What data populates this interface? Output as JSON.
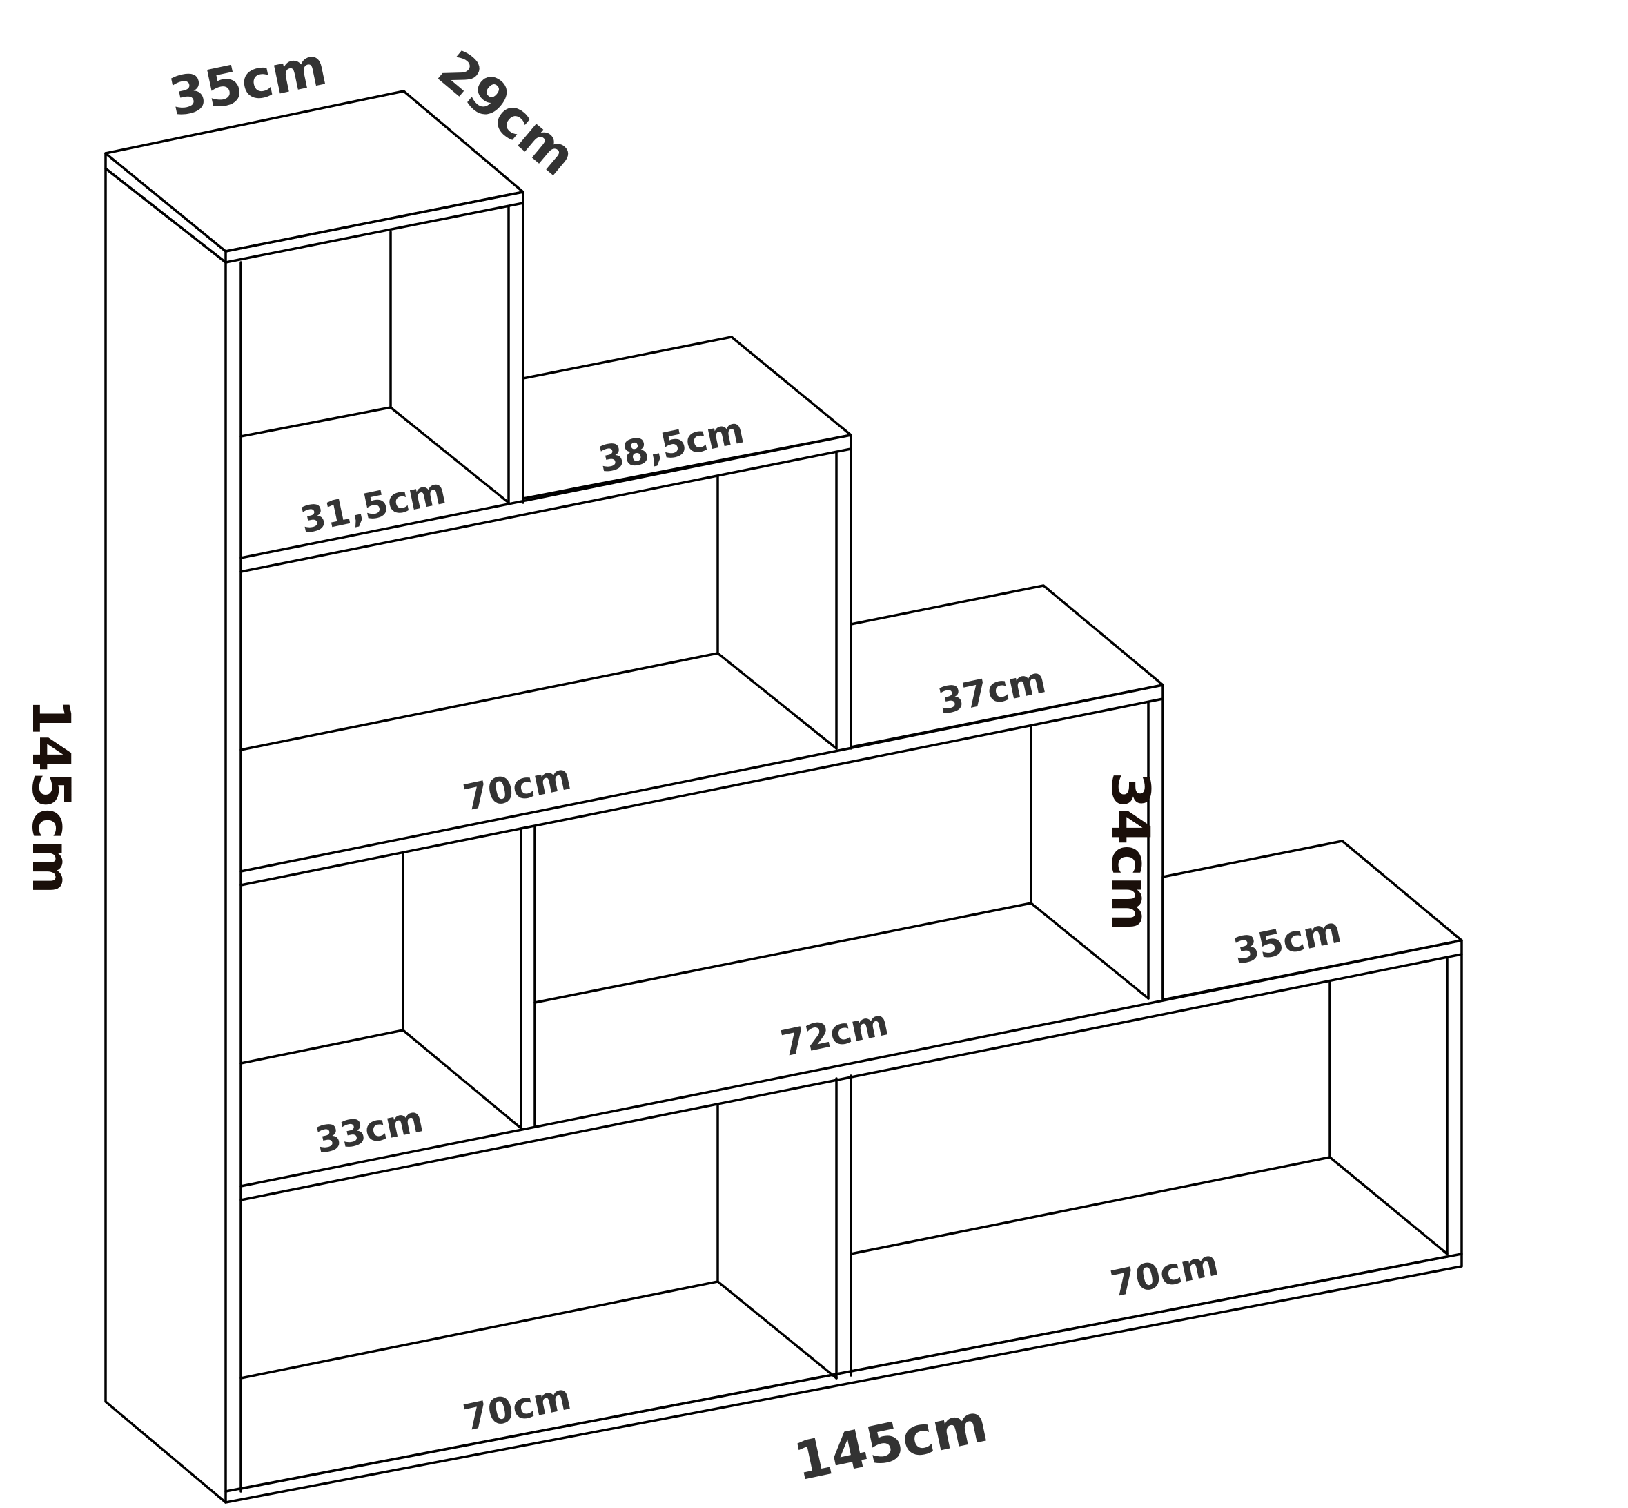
{
  "dimensions": {
    "top_width": "35cm",
    "depth": "29cm",
    "height": "145cm",
    "base_width": "145cm",
    "level1_shelf": "31,5cm",
    "level2_top": "38,5cm",
    "level2_shelf": "70cm",
    "level3_top": "37cm",
    "level3_height": "34cm",
    "level3_left_shelf": "33cm",
    "level3_right_shelf": "72cm",
    "level4_top": "35cm",
    "level4_left_shelf": "70cm",
    "level4_right_shelf": "70cm"
  },
  "colors": {
    "lines": "#000000",
    "labels": "#333333",
    "height_label": "#1a0f0a"
  }
}
